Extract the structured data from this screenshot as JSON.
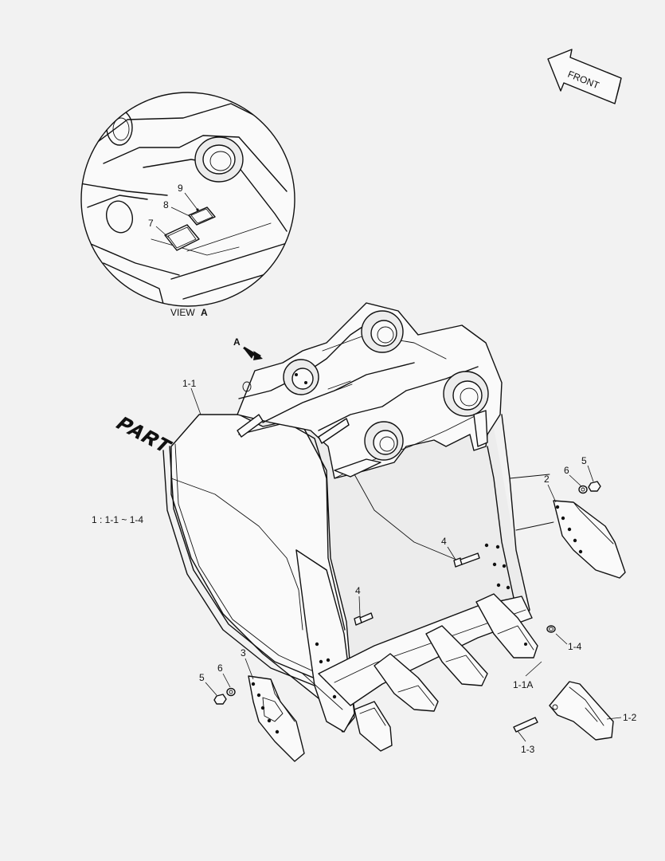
{
  "labels": {
    "front": "FRONT",
    "view": "VIEW",
    "view_letter": "A",
    "arrow_a": "A",
    "assembly": "1 : 1-1 ~ 1-4",
    "logo": "PART",
    "p1_1": "1-1",
    "p1_1a": "1-1A",
    "p1_2": "1-2",
    "p1_3": "1-3",
    "p1_4": "1-4",
    "p2": "2",
    "p3": "3",
    "p4_left": "4",
    "p4_right": "4",
    "p5_left": "5",
    "p5_right": "5",
    "p6_left": "6",
    "p6_right": "6",
    "p7": "7",
    "p8": "8",
    "p9": "9"
  }
}
